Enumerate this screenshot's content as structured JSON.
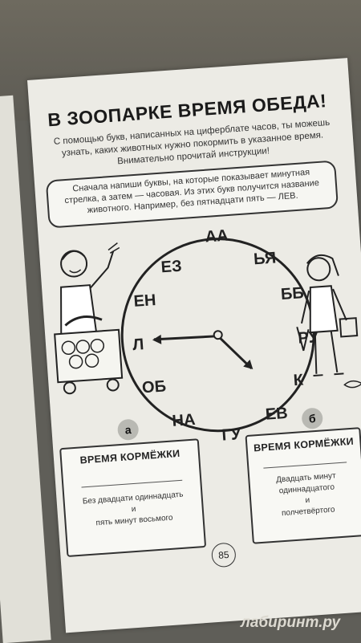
{
  "title": "В ЗООПАРКЕ ВРЕМЯ ОБЕДА!",
  "intro": "С помощью букв, написанных на циферблате часов, ты можешь узнать, каких животных нужно покормить в указанное время. Внимательно прочитай инструкции!",
  "instructions": "Сначала напиши буквы, на которые показывает минутная стрелка, а затем — часовая. Из этих букв получится название животного. Например, без пятнадцати пять — ЛЕВ.",
  "clock_labels": [
    "АА",
    "ЬЯ",
    "ББ",
    "РУ",
    "К",
    "ЕВ",
    "ГУ",
    "НА",
    "ОБ",
    "Л",
    "ЕН",
    "ЕЗ"
  ],
  "badge_a": "а",
  "badge_b": "б",
  "card_a": {
    "title": "ВРЕМЯ КОРМЁЖКИ",
    "line1": "Без двадцати одиннадцать",
    "line2": "и",
    "line3": "пять минут восьмого"
  },
  "card_b": {
    "title": "ВРЕМЯ КОРМЁЖКИ",
    "line1": "Двадцать минут",
    "line2": "одиннадцатого",
    "line3": "и",
    "line4": "полчетвёртого"
  },
  "page_number": "85",
  "watermark": "лабиринт.ру"
}
